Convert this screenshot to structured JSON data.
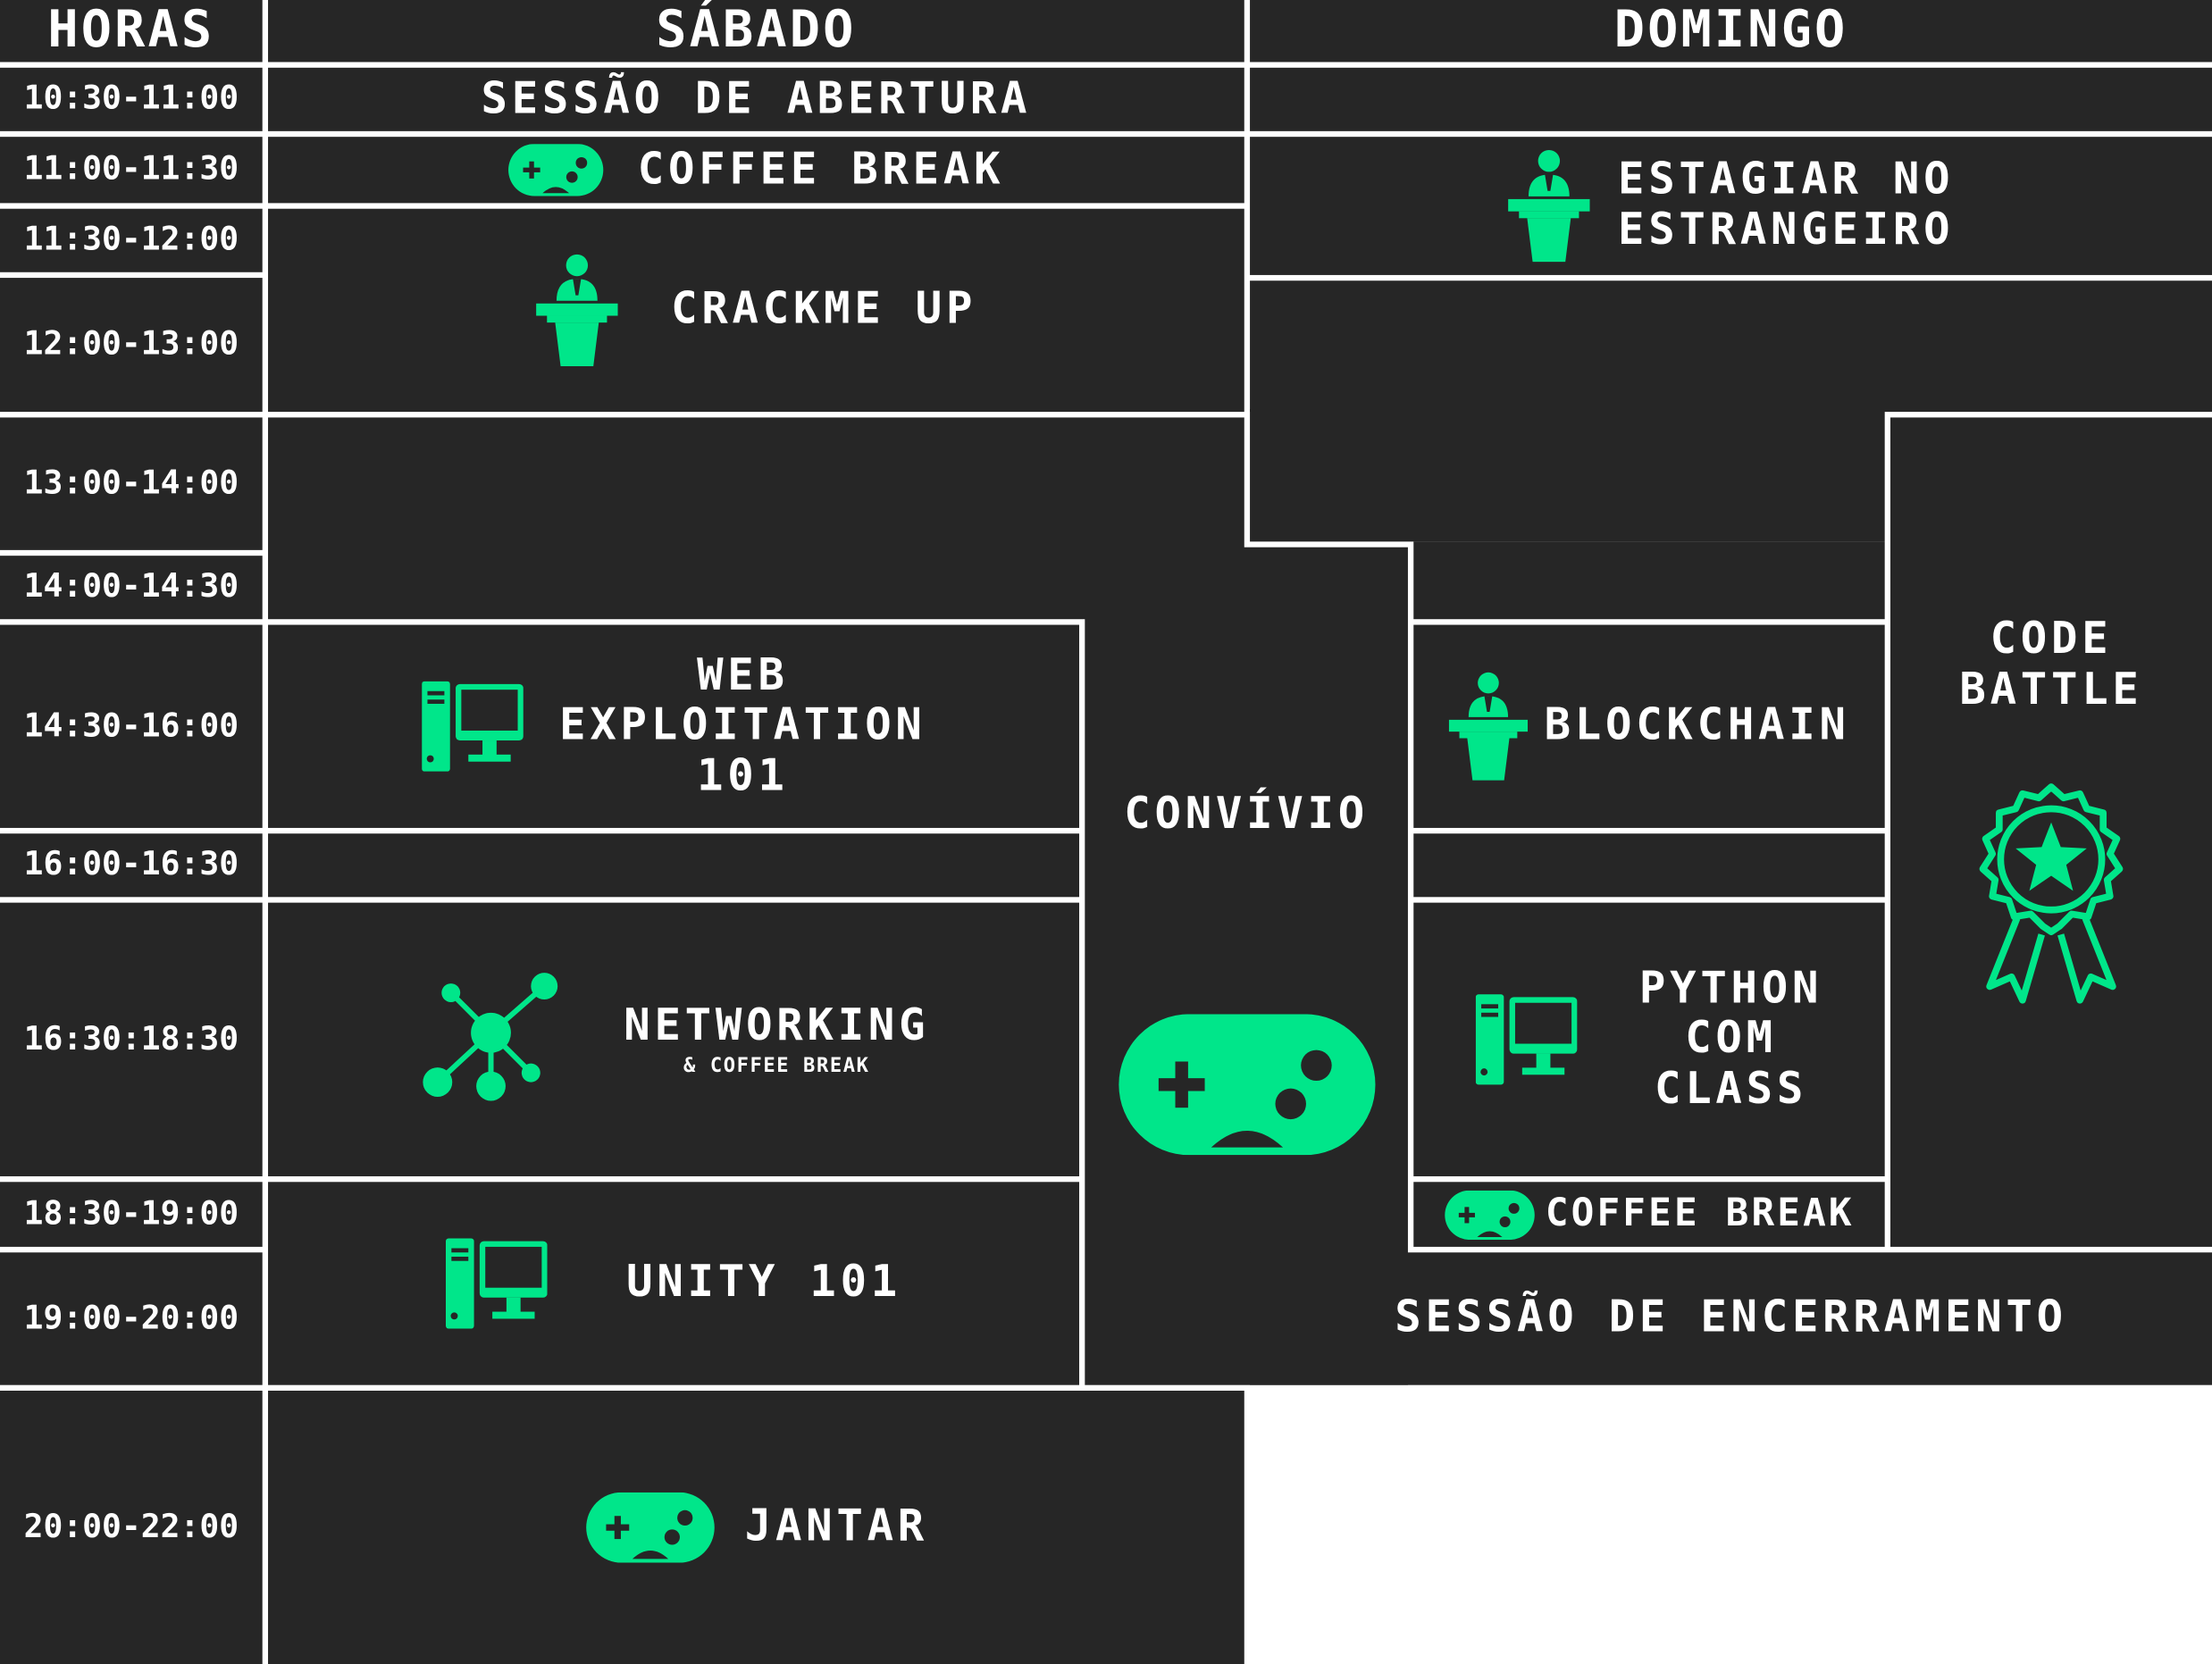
{
  "theme": {
    "background": "#262626",
    "grid_lines": "#ffffff",
    "accent": "#00e68a",
    "text": "#ffffff"
  },
  "headers": {
    "hours": "HORAS",
    "saturday": "SÁBADO",
    "sunday": "DOMINGO"
  },
  "times": [
    "10:30-11:00",
    "11:00-11:30",
    "11:30-12:00",
    "12:00-13:00",
    "13:00-14:00",
    "14:00-14:30",
    "14:30-16:00",
    "16:00-16:30",
    "16:30:18:30",
    "18:30-19:00",
    "19:00-20:00",
    "20:00-22:00"
  ],
  "saturday": {
    "opening": "SESSÃO DE ABERTURA",
    "coffee_break": {
      "label": "COFFEE BREAK",
      "icon": "gamepad-icon"
    },
    "crackme": {
      "label": "CRACKME UP",
      "icon": "speaker-podium-icon"
    },
    "web": {
      "line1": "WEB",
      "line2": "EXPLOITATION",
      "line3": "101",
      "icon": "computer-icon"
    },
    "networking": {
      "label": "NETWORKING",
      "sub": "& COFFEE BREAK",
      "icon": "network-icon"
    },
    "unity": {
      "label": "UNITY 101",
      "icon": "computer-icon"
    },
    "dinner": {
      "label": "JANTAR",
      "icon": "gamepad-icon"
    }
  },
  "shared": {
    "convivio": {
      "label": "CONVÍVIO",
      "icon": "gamepad-icon"
    }
  },
  "sunday": {
    "internship": {
      "line1": "ESTAGIAR NO",
      "line2": "ESTRANGEIRO",
      "icon": "speaker-podium-icon"
    },
    "blockchain": {
      "label": "BLOCKCHAIN",
      "icon": "speaker-podium-icon"
    },
    "python": {
      "line1": "PYTHON",
      "line2": "COM",
      "line3": "CLASS",
      "icon": "computer-icon"
    },
    "coffee_break": {
      "label": "COFFEE BREAK",
      "icon": "gamepad-icon"
    },
    "code_battle": {
      "line1": "CODE",
      "line2": "BATTLE",
      "icon": "award-ribbon-icon"
    },
    "closing": "SESSÃO DE ENCERRAMENTO"
  }
}
